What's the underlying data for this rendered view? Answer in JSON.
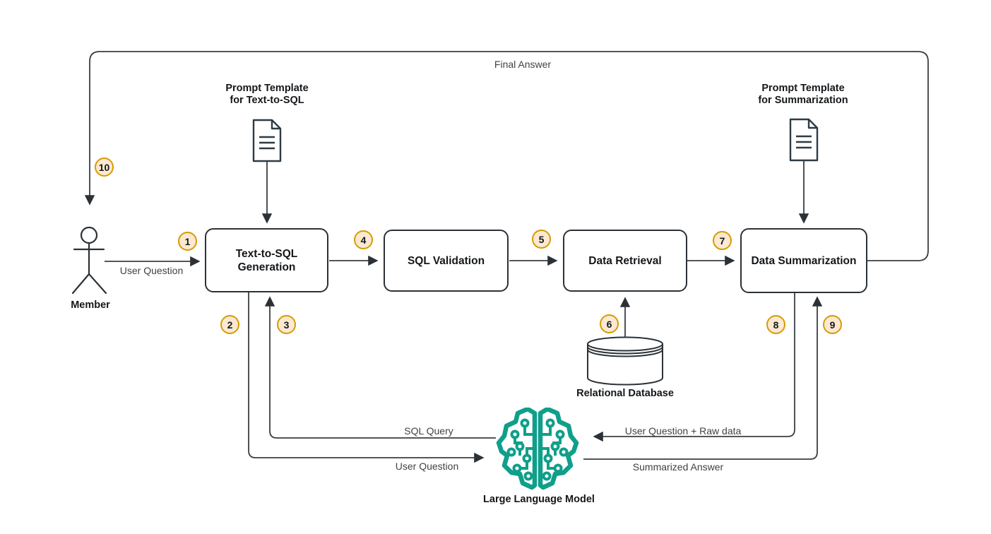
{
  "badges": [
    "1",
    "2",
    "3",
    "4",
    "5",
    "6",
    "7",
    "8",
    "9",
    "10"
  ],
  "nodes": {
    "member": {
      "label": "Member"
    },
    "text_to_sql": {
      "label": "Text-to-SQL Generation"
    },
    "sql_validation": {
      "label": "SQL Validation"
    },
    "data_retrieval": {
      "label": "Data Retrieval"
    },
    "data_summarization": {
      "label": "Data Summarization"
    },
    "prompt_template_text_to_sql": {
      "line1": "Prompt Template",
      "line2": "for Text-to-SQL"
    },
    "prompt_template_summarization": {
      "line1": "Prompt Template",
      "line2": "for Summarization"
    },
    "relational_database": {
      "label": "Relational Database"
    },
    "large_language_model": {
      "label": "Large Language Model"
    }
  },
  "edges": {
    "final_answer": {
      "label": "Final Answer"
    },
    "user_question_from_member": {
      "label": "User Question"
    },
    "sql_query": {
      "label": "SQL Query"
    },
    "user_question_to_llm": {
      "label": "User Question"
    },
    "user_question_raw_data": {
      "label": "User Question + Raw data"
    },
    "summarized_answer": {
      "label": "Summarized Answer"
    }
  },
  "colors": {
    "badge_fill": "#FCE9D2",
    "badge_stroke": "#D79B00",
    "node_stroke": "#2B3137",
    "connector_line": "#3A3E42",
    "llm_teal": "#0F9F8A",
    "background": "#FFFFFF"
  }
}
